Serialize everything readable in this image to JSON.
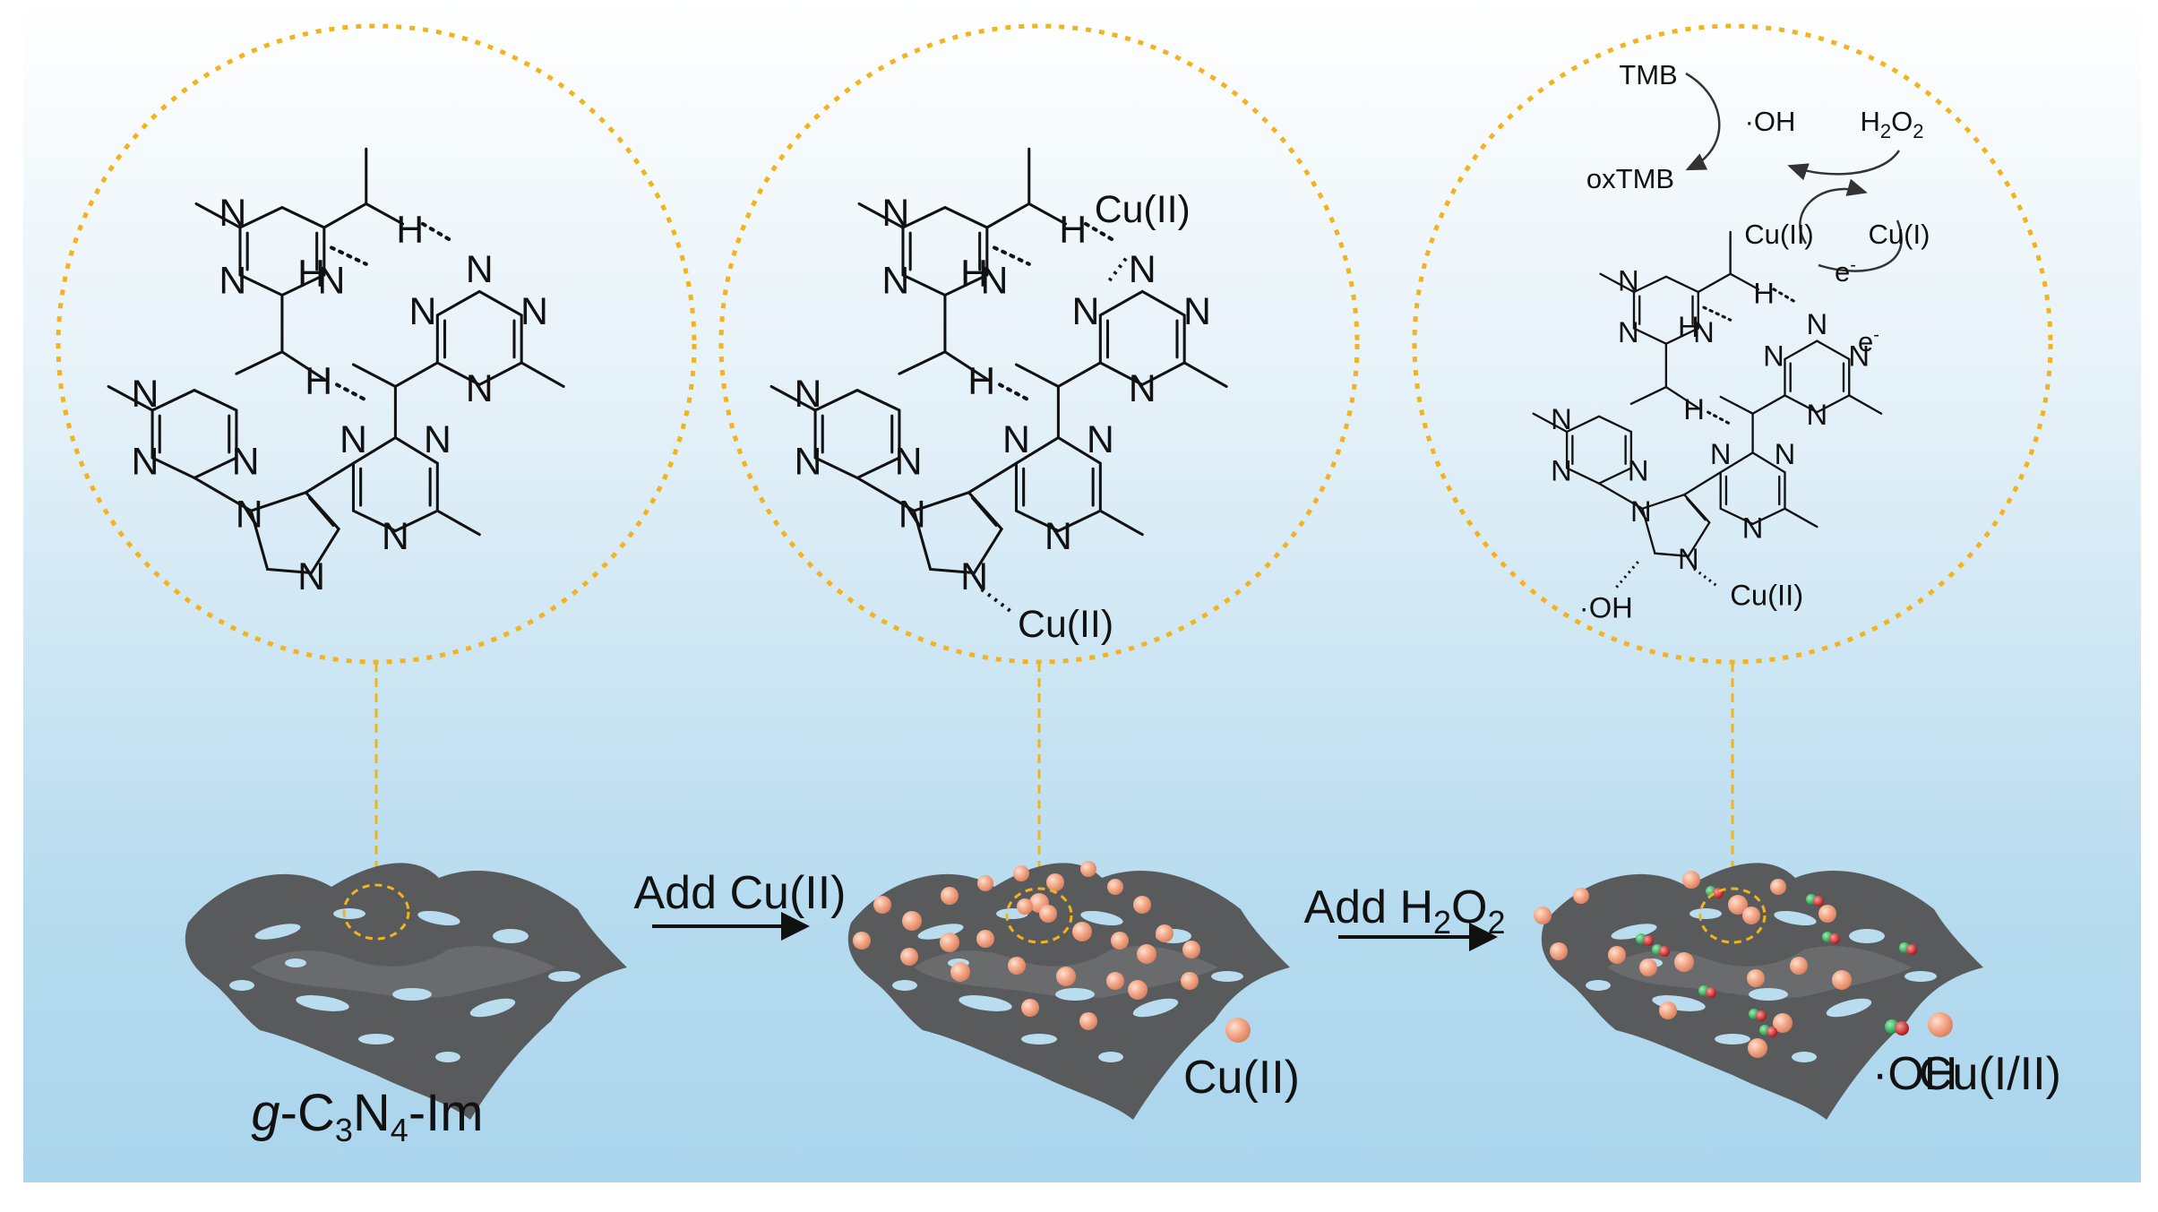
{
  "panels": [
    {
      "id": "g-c3n4-im",
      "label": {
        "italic": "g",
        "base1": "-C",
        "sub1": "3",
        "base2": "N",
        "sub2": "4",
        "base3": "-Im"
      }
    },
    {
      "id": "cu-loaded",
      "cu_top": "Cu(II)",
      "cu_bottom": "Cu(II)",
      "legend": "Cu(II)"
    },
    {
      "id": "activated",
      "cycle": {
        "tmb": "TMB",
        "oh": "·OH",
        "h2o2_base": "H",
        "h2o2_sub1": "2",
        "h2o2_o": "O",
        "h2o2_sub2": "2",
        "oxtmb": "oxTMB",
        "cu2": "Cu(II)",
        "cu1": "Cu(I)",
        "e1": "e",
        "e2": "e",
        "e_sup": "-"
      },
      "cu_bottom": "Cu(II)",
      "oh_bottom": "·OH",
      "legend_oh": "·OH",
      "legend_cu": "Cu(I/II)"
    }
  ],
  "arrows": [
    {
      "text": "Add Cu(II)"
    },
    {
      "base": "Add H",
      "sub1": "2",
      "mid": "O",
      "sub2": "2"
    }
  ],
  "atoms": {
    "N": "N",
    "H": "H"
  },
  "colors": {
    "bg_top": "#ffffff",
    "bg_bottom": "#a9d4ec",
    "dotted_circle": "#f2b31c",
    "sheet": "#595a5c",
    "cu_ball": "#f4a989",
    "oh_green": "#1cae4e",
    "oh_red": "#cf2424"
  }
}
